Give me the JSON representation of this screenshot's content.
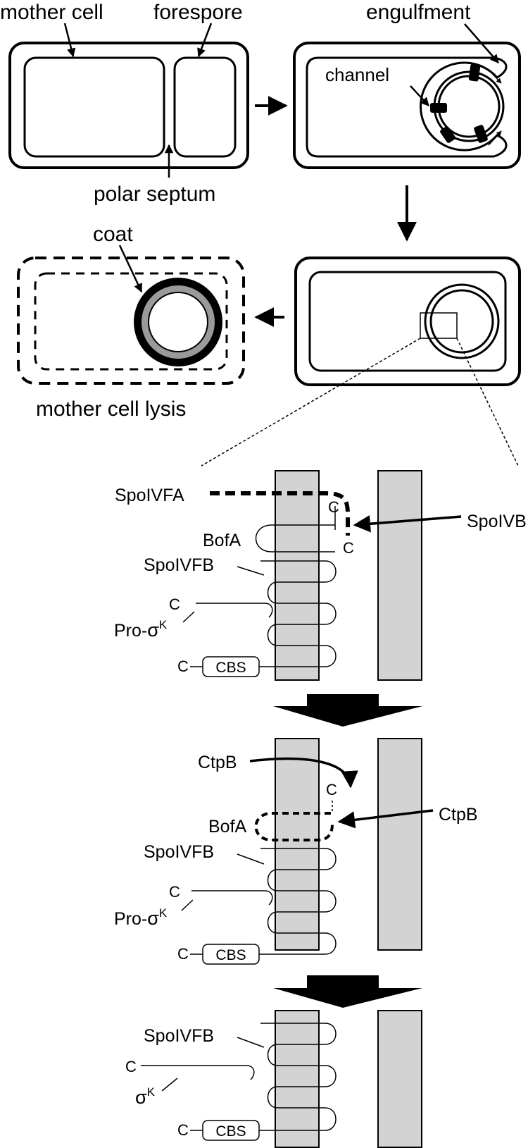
{
  "labels": {
    "mother_cell": "mother cell",
    "forespore": "forespore",
    "engulfment": "engulfment",
    "channel": "channel",
    "polar_septum": "polar septum",
    "coat": "coat",
    "mother_cell_lysis": "mother cell lysis"
  },
  "panel1": {
    "spoivfa": "SpoIVFA",
    "c_fa": "C",
    "c_b": "C",
    "spoivb": "SpoIVB",
    "bofa": "BofA",
    "spoivfb": "SpoIVFB",
    "c_pro": "C",
    "pro_sigma_prefix": "Pro-",
    "sigma": "σ",
    "sigma_sup": "K",
    "c_cbs": "C",
    "cbs": "CBS"
  },
  "panel2": {
    "ctpb_top": "CtpB",
    "c_top": "C",
    "ctpb_right": "CtpB",
    "bofa": "BofA",
    "spoivfb": "SpoIVFB",
    "c_pro": "C",
    "pro_sigma_prefix": "Pro-",
    "sigma": "σ",
    "sigma_sup": "K",
    "c_cbs": "C",
    "cbs": "CBS"
  },
  "panel3": {
    "spoivfb": "SpoIVFB",
    "c_sigma": "C",
    "sigma": "σ",
    "sigma_sup": "K",
    "c_cbs": "C",
    "cbs": "CBS"
  },
  "colors": {
    "membrane": "#d3d3d3",
    "coat_inner": "#9a9a9a",
    "stroke": "#000000"
  }
}
